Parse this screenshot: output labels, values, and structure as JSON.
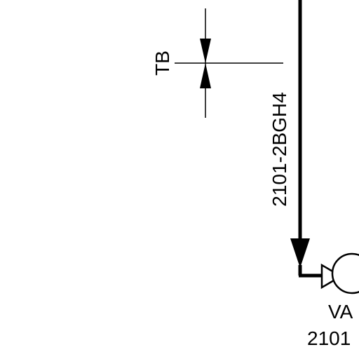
{
  "tb_label": "TB",
  "line_id": "2101-2BGH4",
  "component": {
    "label_line1": "VA",
    "label_line2": "2101"
  },
  "colors": {
    "ink": "#000000",
    "background": "#ffffff"
  }
}
